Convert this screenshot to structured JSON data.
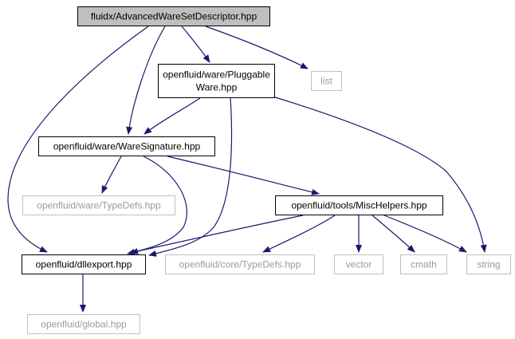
{
  "graph": {
    "colors": {
      "edge": "#191970",
      "root_fill": "#bfbfbf",
      "node_border": "#000000",
      "external_border": "#bfbfbf",
      "external_text": "#9a9a9a"
    },
    "nodes": [
      {
        "id": "root",
        "lines": [
          "fluidx/AdvancedWareSetDescriptor.hpp"
        ],
        "kind": "root"
      },
      {
        "id": "pluggable",
        "lines": [
          "openfluid/ware/Pluggable",
          "Ware.hpp"
        ],
        "kind": "internal"
      },
      {
        "id": "list",
        "lines": [
          "list"
        ],
        "kind": "external"
      },
      {
        "id": "waresig",
        "lines": [
          "openfluid/ware/WareSignature.hpp"
        ],
        "kind": "internal"
      },
      {
        "id": "waretypedefs",
        "lines": [
          "openfluid/ware/TypeDefs.hpp"
        ],
        "kind": "external"
      },
      {
        "id": "mischelpers",
        "lines": [
          "openfluid/tools/MiscHelpers.hpp"
        ],
        "kind": "internal"
      },
      {
        "id": "dllexport",
        "lines": [
          "openfluid/dllexport.hpp"
        ],
        "kind": "internal"
      },
      {
        "id": "coretypedefs",
        "lines": [
          "openfluid/core/TypeDefs.hpp"
        ],
        "kind": "external"
      },
      {
        "id": "vector",
        "lines": [
          "vector"
        ],
        "kind": "external"
      },
      {
        "id": "cmath",
        "lines": [
          "cmath"
        ],
        "kind": "external"
      },
      {
        "id": "string",
        "lines": [
          "string"
        ],
        "kind": "external"
      },
      {
        "id": "global",
        "lines": [
          "openfluid/global.hpp"
        ],
        "kind": "external"
      }
    ],
    "edges": [
      {
        "from": "root",
        "to": "pluggable"
      },
      {
        "from": "root",
        "to": "list"
      },
      {
        "from": "root",
        "to": "waresig"
      },
      {
        "from": "root",
        "to": "dllexport"
      },
      {
        "from": "pluggable",
        "to": "waresig"
      },
      {
        "from": "pluggable",
        "to": "dllexport"
      },
      {
        "from": "pluggable",
        "to": "string"
      },
      {
        "from": "waresig",
        "to": "waretypedefs"
      },
      {
        "from": "waresig",
        "to": "mischelpers"
      },
      {
        "from": "waresig",
        "to": "dllexport"
      },
      {
        "from": "mischelpers",
        "to": "dllexport"
      },
      {
        "from": "mischelpers",
        "to": "coretypedefs"
      },
      {
        "from": "mischelpers",
        "to": "vector"
      },
      {
        "from": "mischelpers",
        "to": "cmath"
      },
      {
        "from": "mischelpers",
        "to": "string"
      },
      {
        "from": "dllexport",
        "to": "global"
      }
    ]
  }
}
